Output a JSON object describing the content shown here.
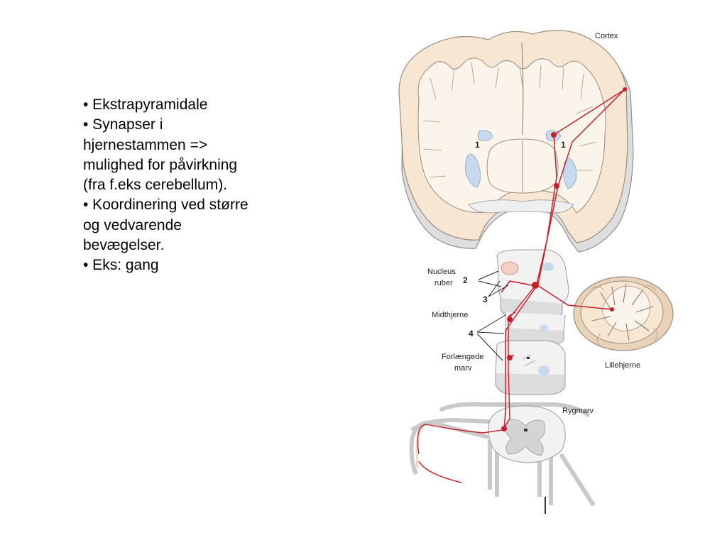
{
  "text_block": {
    "lines": [
      "• Ekstrapyramidale",
      "• Synapser i",
      "hjernestammen =>",
      "mulighed for påvirkning",
      "(fra f.eks cerebellum).",
      "• Koordinering ved større",
      "og vedvarende",
      "bevægelser.",
      "• Eks: gang"
    ]
  },
  "diagram": {
    "labels": {
      "cortex": "Cortex",
      "nucleus_ruber_1": "Nucleus",
      "nucleus_ruber_2": "ruber",
      "midthjerne": "Midthjerne",
      "forlaengede_1": "Forlængede",
      "forlaengede_2": "marv",
      "lillehjerne": "Lillehjerne",
      "rygmarv": "Rygmarv"
    },
    "numbers": {
      "n1_left": "1",
      "n1_right": "1",
      "n2": "2",
      "n3": "3",
      "n4": "4"
    },
    "colors": {
      "pathway": "#c8202a",
      "tissue": "#f7e6d2",
      "tissue_edge": "#9b8c7e",
      "ventricle": "#c7d9ec",
      "stem": "#f2f2f2",
      "stem_edge": "#9a9a9a"
    }
  }
}
